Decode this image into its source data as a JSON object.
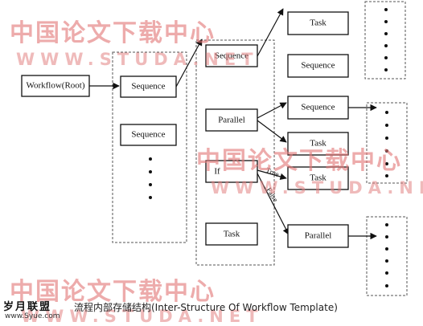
{
  "nodes": {
    "workflow_root": "Workflow(Root)",
    "sequence_main": "Sequence",
    "sequence_lower": "Sequence",
    "sequence_branch": "Sequence",
    "parallel_main": "Parallel",
    "if_node": "If",
    "task_bottom": "Task",
    "task_top": "Task",
    "sequence_right": "Sequence",
    "sequence_mid": "Sequence",
    "task_mid_a": "Task",
    "task_mid_b": "Task",
    "parallel_right": "Parallel"
  },
  "edge_labels": {
    "true": "True",
    "false": "False"
  },
  "caption": "流程内部存储结构(Inter-Structure Of Workflow Template)",
  "watermark": {
    "cn_text": "中国论文下载中心",
    "url_text": "WWW.STUDA.NET",
    "logo_cn": "岁月联盟",
    "logo_url": "www.Syue.com"
  }
}
